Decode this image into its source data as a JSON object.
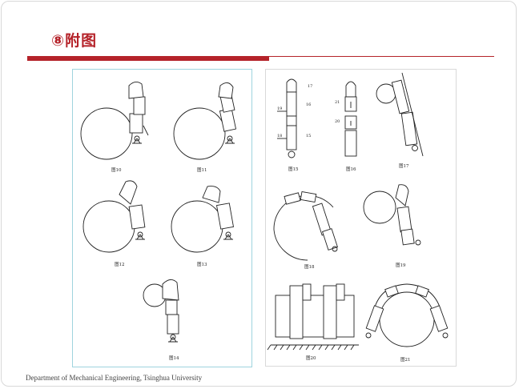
{
  "slide": {
    "title": "⑧附图",
    "footer": "Department of Mechanical Engineering, Tsinghua University",
    "accent_color": "#b5232a"
  },
  "left_panel": {
    "figures": [
      {
        "caption": "图10"
      },
      {
        "caption": "图11"
      },
      {
        "caption": "图12"
      },
      {
        "caption": "图13"
      },
      {
        "caption": "图14"
      }
    ]
  },
  "right_panel": {
    "figures": [
      {
        "caption": "图15",
        "labels": [
          "17",
          "19",
          "16",
          "18",
          "15"
        ]
      },
      {
        "caption": "图16",
        "labels": [
          "21",
          "20"
        ]
      },
      {
        "caption": "图17"
      },
      {
        "caption": "图18"
      },
      {
        "caption": "图19"
      },
      {
        "caption": "图20"
      },
      {
        "caption": "图21"
      }
    ]
  }
}
